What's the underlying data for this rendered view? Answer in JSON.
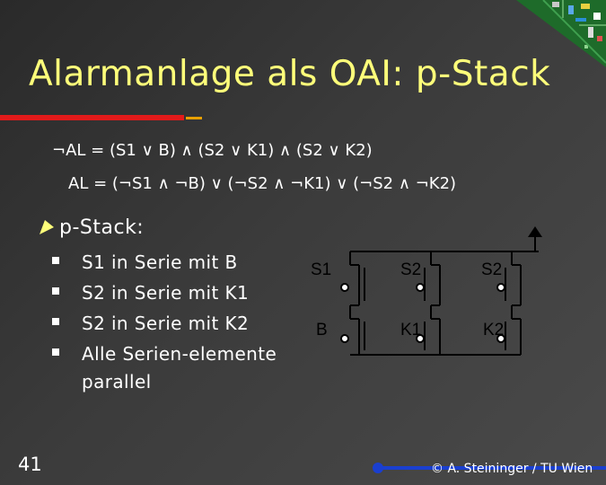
{
  "title": "Alarmanlage als OAI: p-Stack",
  "formulas": {
    "line1": "¬AL = (S1 ∨ B) ∧ (S2 ∨ K1) ∧ (S2 ∨ K2)",
    "line2": "AL = (¬S1 ∧ ¬B) ∨ (¬S2 ∧ ¬K1) ∨ (¬S2 ∧ ¬K2)"
  },
  "section": {
    "heading": "p-Stack:",
    "items": [
      "S1 in Serie mit B",
      "S2 in Serie mit K1",
      "S2 in Serie mit K2",
      "Alle Serien-elemente parallel"
    ]
  },
  "circuit": {
    "labels": {
      "t1": "S1",
      "t2": "S2",
      "t3": "S2",
      "b1": "B",
      "b2": "K1",
      "b3": "K2"
    }
  },
  "footer": {
    "page_number": "41",
    "copyright": "© A. Steininger / TU Wien"
  },
  "colors": {
    "title": "#ffff7a",
    "underline": "#e21a1a",
    "footer_line": "#1a3fd0",
    "wire": "#000000"
  }
}
